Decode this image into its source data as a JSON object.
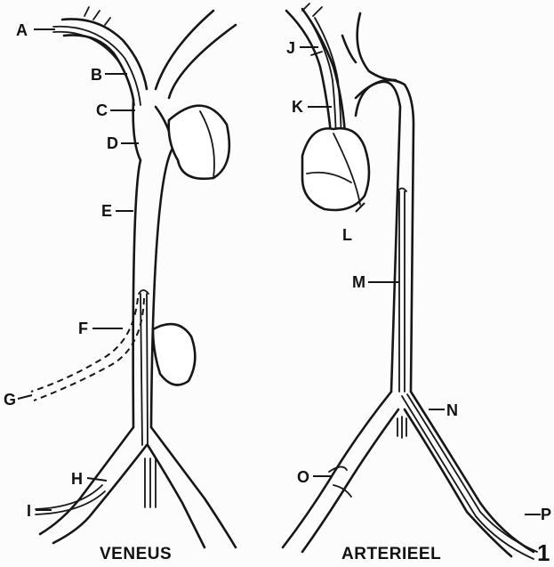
{
  "diagram": {
    "panels": [
      {
        "caption": "VENEUS"
      },
      {
        "caption": "ARTERIEEL"
      }
    ],
    "figure_number": "1",
    "labels": {
      "A": "A",
      "B": "B",
      "C": "C",
      "D": "D",
      "E": "E",
      "F": "F",
      "G": "G",
      "H": "H",
      "I": "I",
      "J": "J",
      "K": "K",
      "L": "L",
      "M": "M",
      "N": "N",
      "O": "O",
      "P": "P"
    },
    "colors": {
      "ink": "#161616",
      "paper": "#fcfcfc"
    }
  }
}
